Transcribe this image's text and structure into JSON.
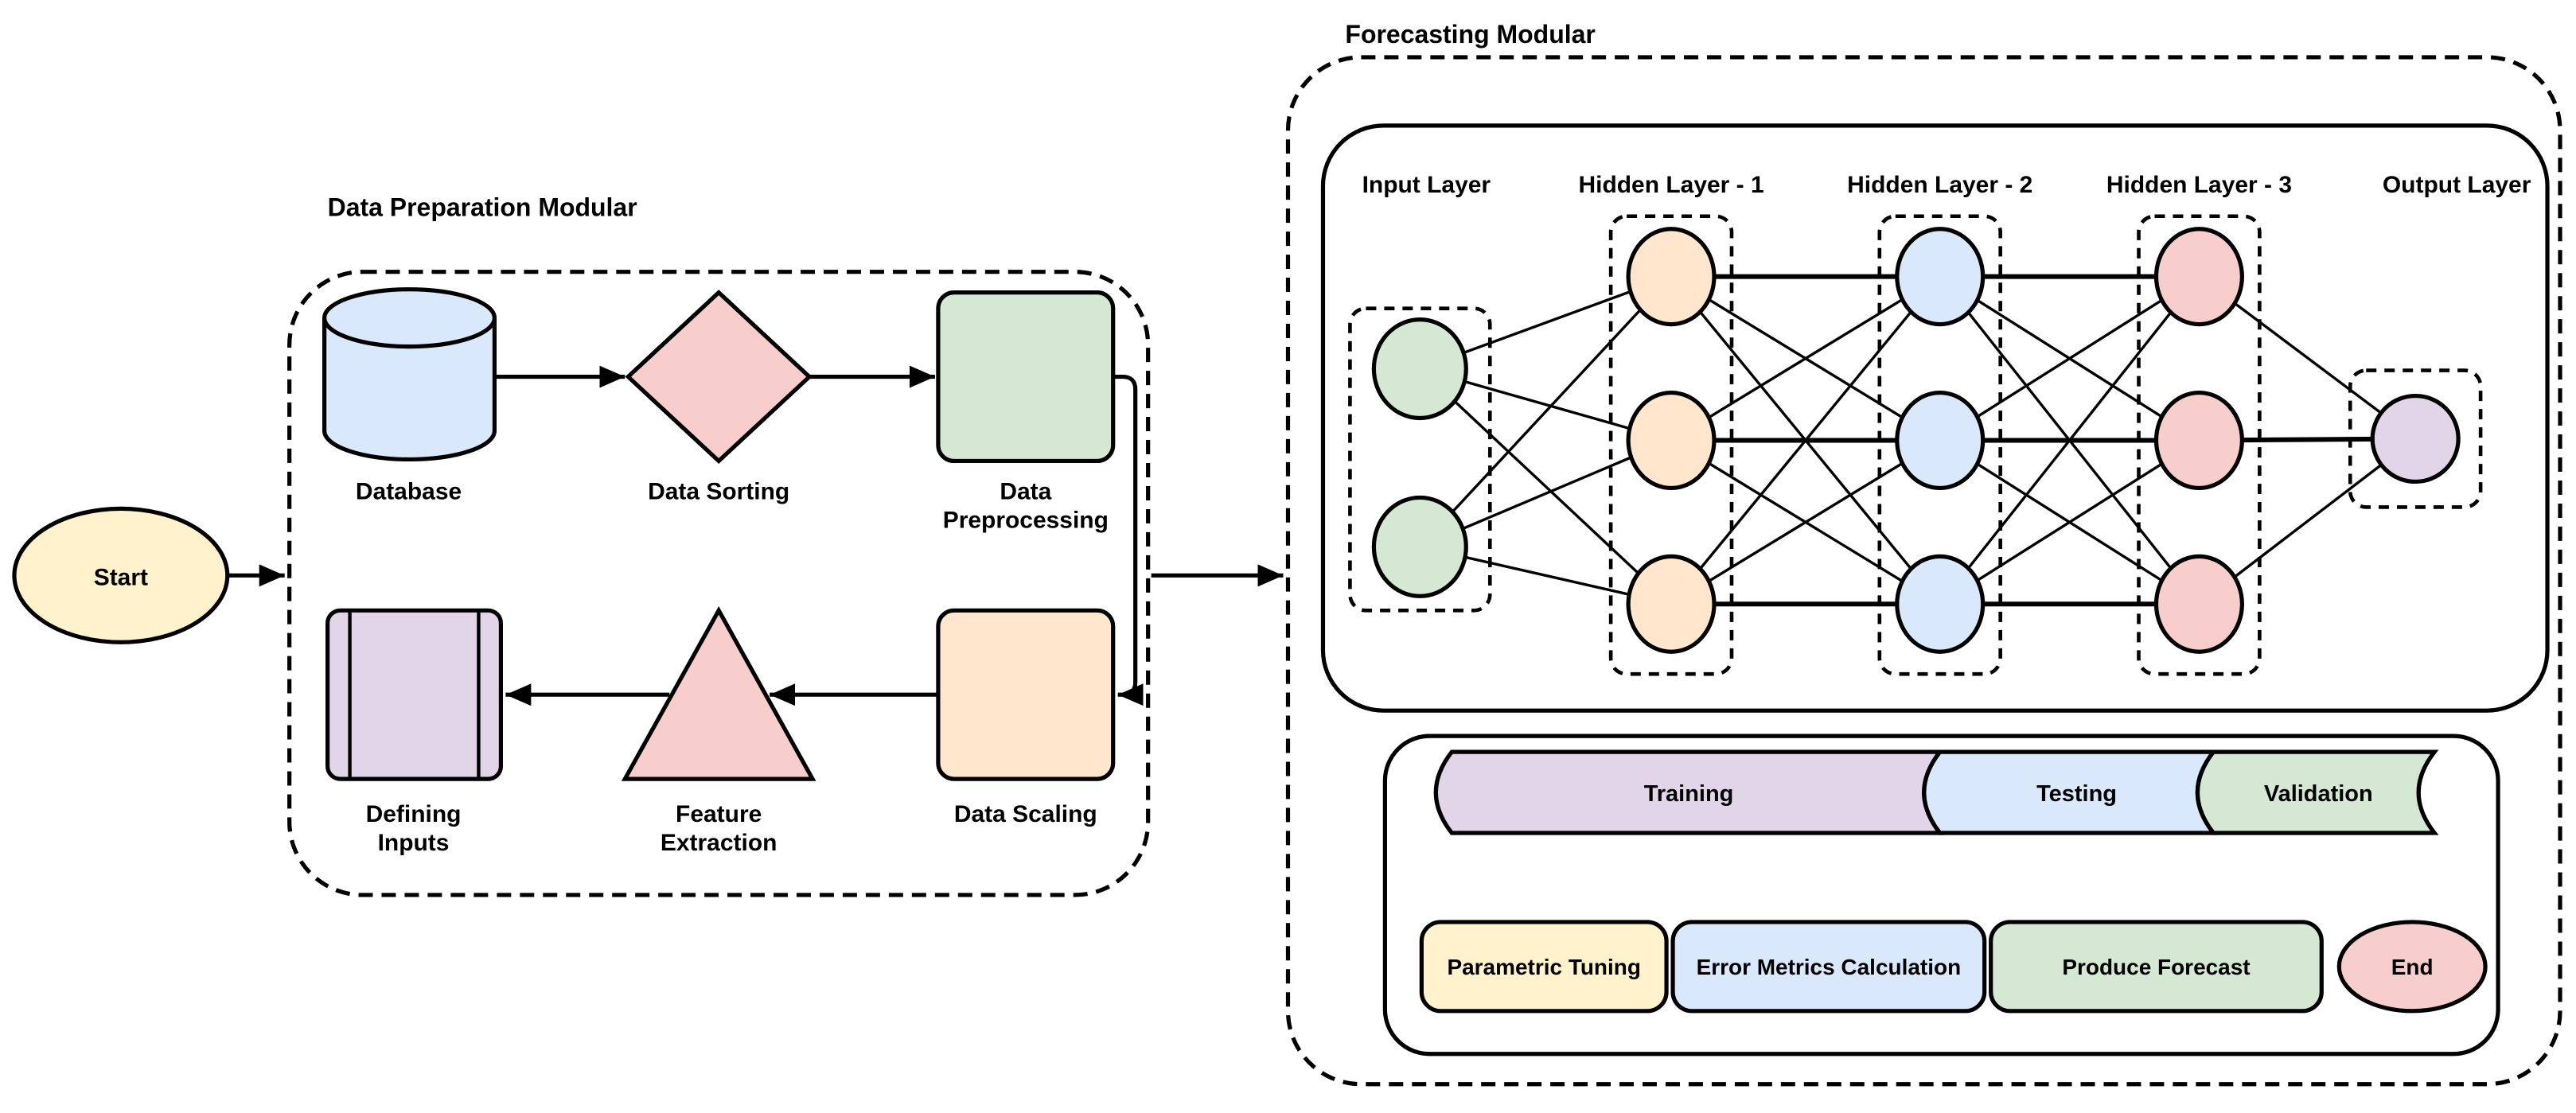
{
  "colors": {
    "yellow": "#FFF2CC",
    "orange": "#FFE6CC",
    "blue": "#DAE8FC",
    "green": "#D5E8D4",
    "red": "#F8CECC",
    "purple": "#E1D5E7",
    "line": "#000000"
  },
  "start": {
    "label": "Start"
  },
  "data_preparation": {
    "title": "Data Preparation Modular",
    "database": {
      "label": "Database"
    },
    "data_sorting": {
      "label": "Data Sorting"
    },
    "data_preprocessing": {
      "lines": [
        "Data",
        "Preprocessing"
      ]
    },
    "data_scaling": {
      "label": "Data Scaling"
    },
    "feature_extraction": {
      "lines": [
        "Feature",
        "Extraction"
      ]
    },
    "defining_inputs": {
      "lines": [
        "Defining",
        "Inputs"
      ]
    }
  },
  "forecasting": {
    "title": "Forecasting Modular",
    "layers": [
      {
        "label": "Input Layer",
        "nodes": 2,
        "color": "#D5E8D4"
      },
      {
        "label": "Hidden Layer - 1",
        "nodes": 3,
        "color": "#FFE6CC"
      },
      {
        "label": "Hidden Layer - 2",
        "nodes": 3,
        "color": "#DAE8FC"
      },
      {
        "label": "Hidden Layer - 3",
        "nodes": 3,
        "color": "#F8CECC"
      },
      {
        "label": "Output Layer",
        "nodes": 1,
        "color": "#E1D5E7"
      }
    ],
    "dataset_split": [
      {
        "label": "Training",
        "color": "#E1D5E7"
      },
      {
        "label": "Testing",
        "color": "#DAE8FC"
      },
      {
        "label": "Validation",
        "color": "#D5E8D4"
      }
    ],
    "steps": [
      {
        "label": "Parametric Tuning",
        "color": "#FFF2CC"
      },
      {
        "label": "Error Metrics Calculation",
        "color": "#DAE8FC"
      },
      {
        "label": "Produce Forecast",
        "color": "#D5E8D4"
      },
      {
        "label": "End",
        "color": "#F8CECC"
      }
    ]
  }
}
